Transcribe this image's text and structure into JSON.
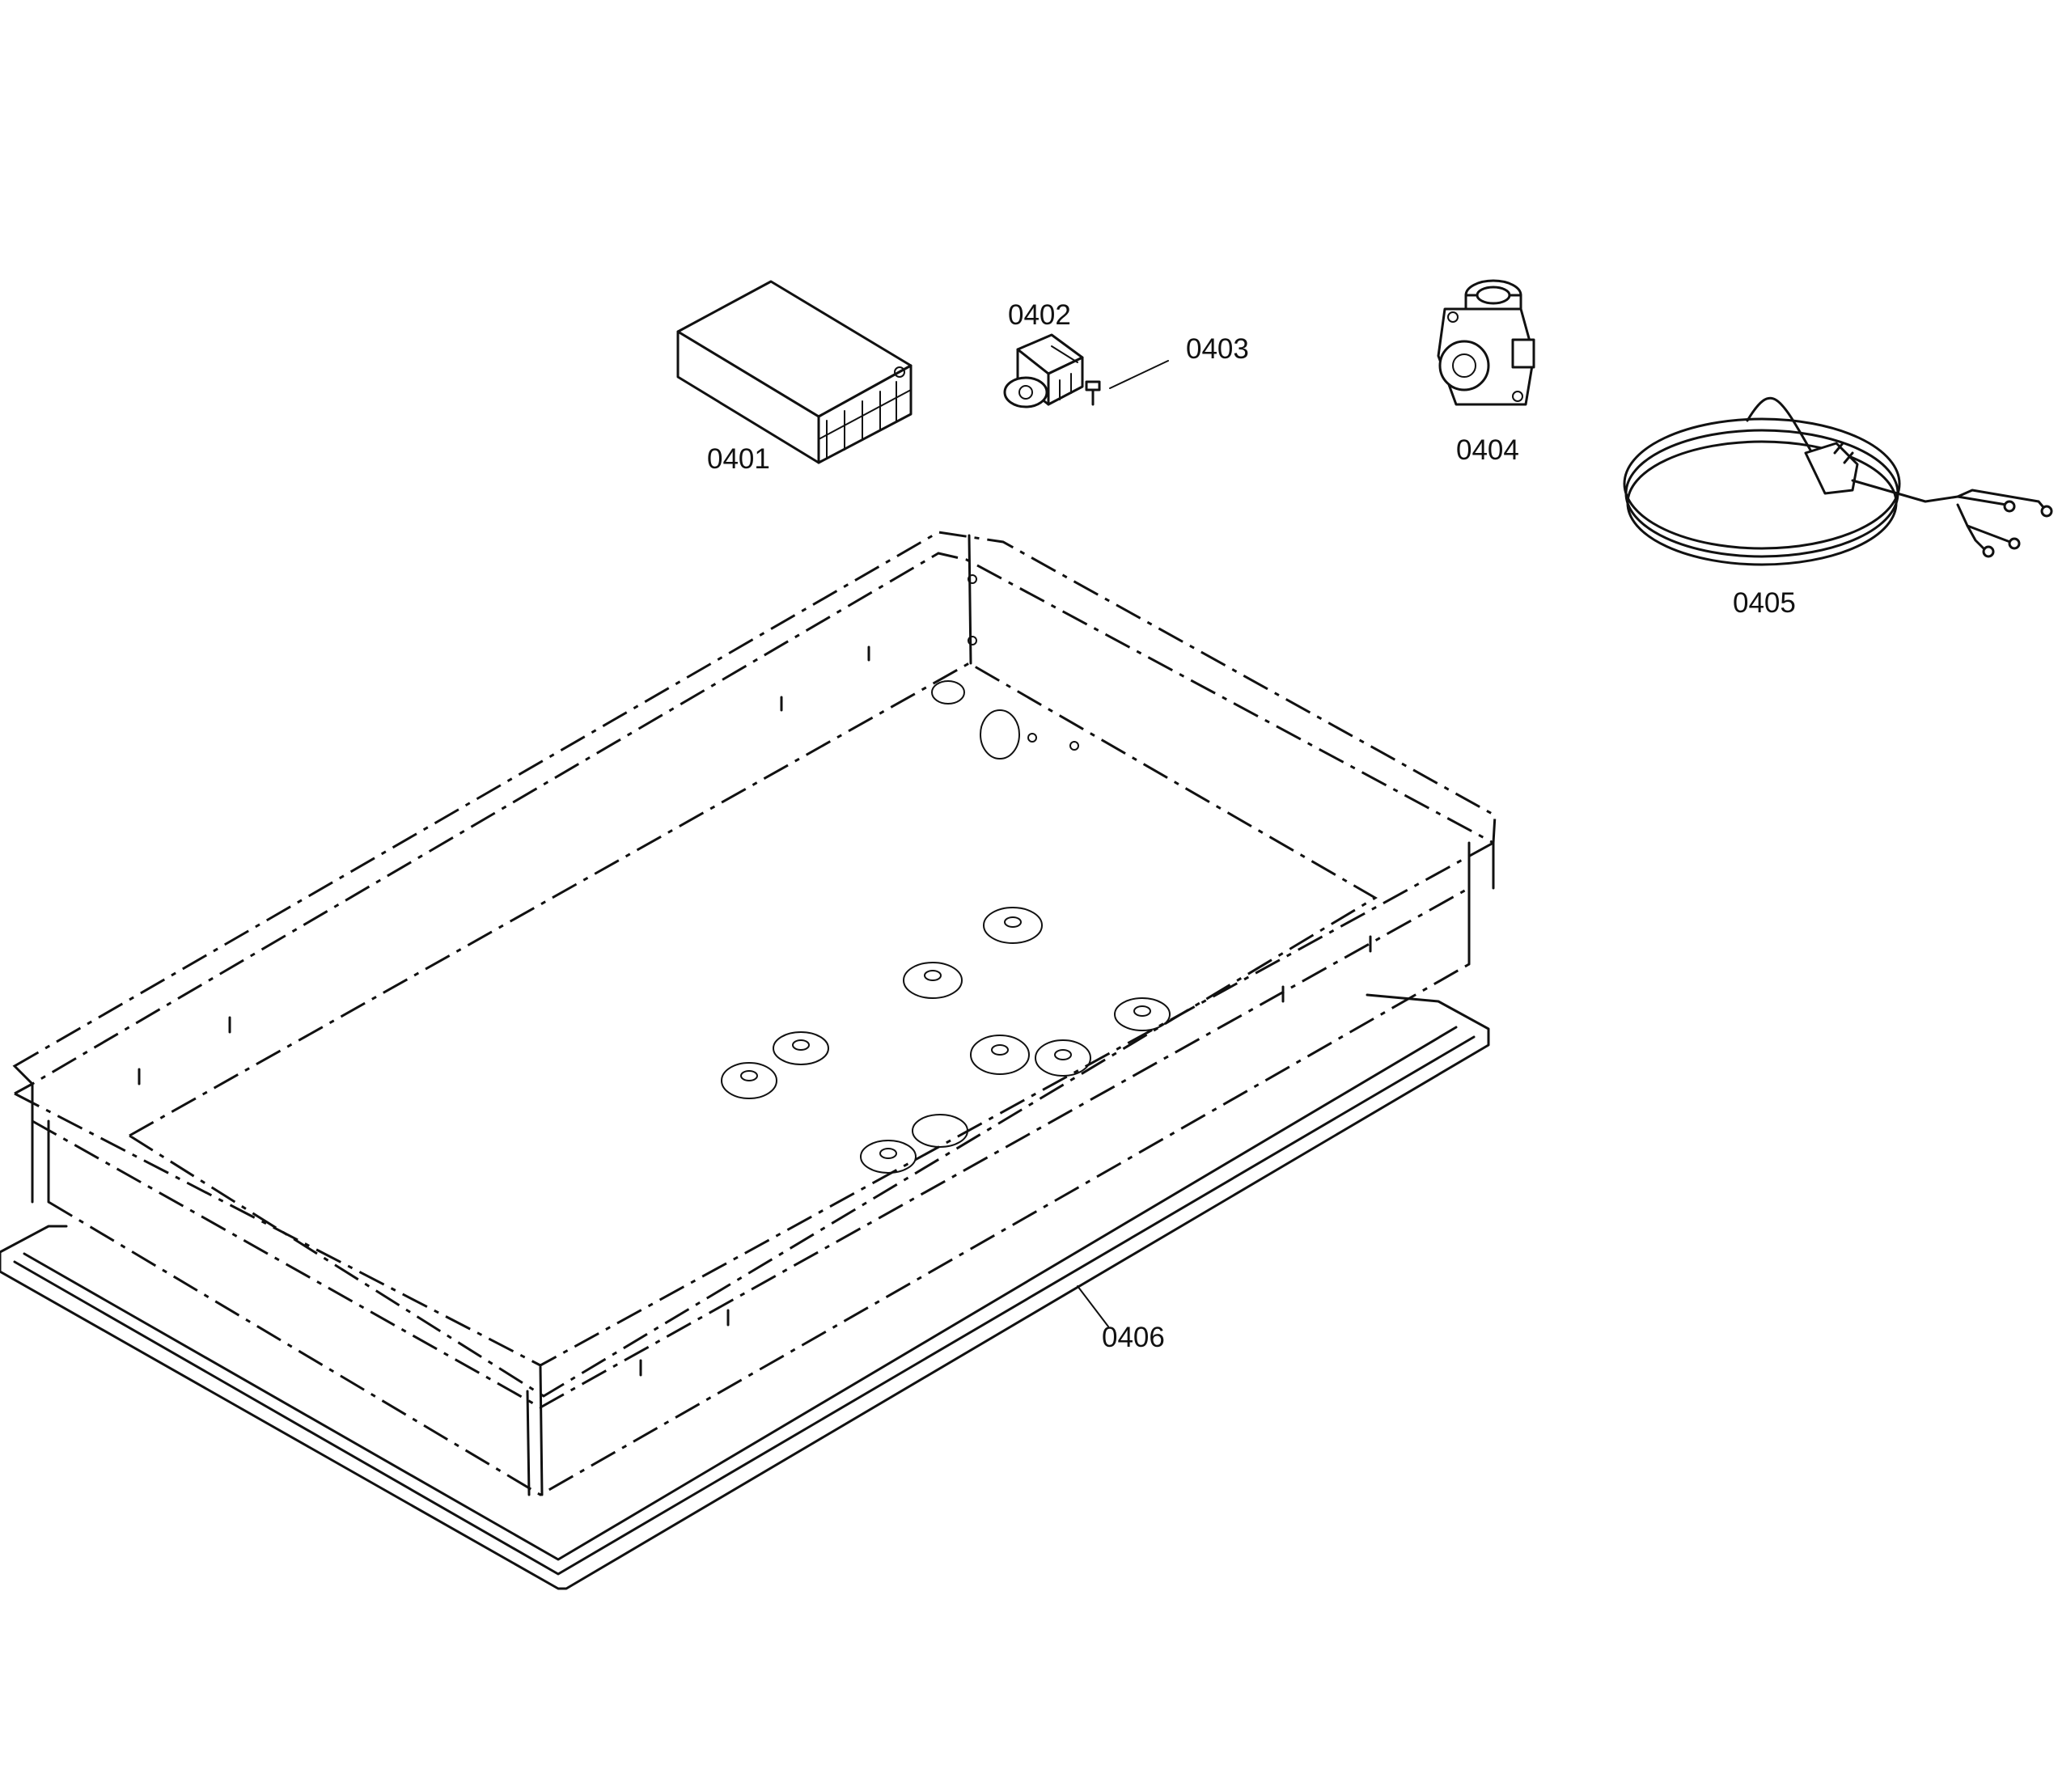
{
  "parts": [
    {
      "id": "0401",
      "label": "0401"
    },
    {
      "id": "0402",
      "label": "0402"
    },
    {
      "id": "0403",
      "label": "0403"
    },
    {
      "id": "0404",
      "label": "0404"
    },
    {
      "id": "0405",
      "label": "0405"
    },
    {
      "id": "0406",
      "label": "0406"
    }
  ]
}
